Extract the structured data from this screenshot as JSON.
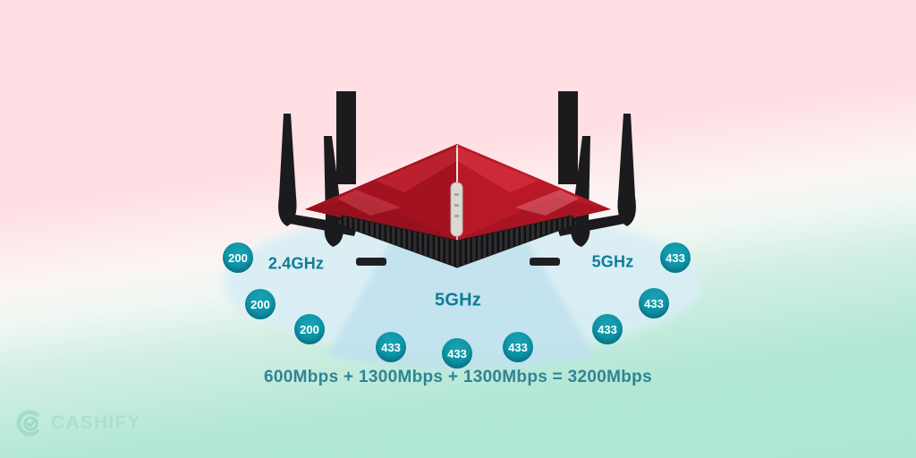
{
  "brand": {
    "name": "CASHIFY"
  },
  "diagram": {
    "formula": "600Mbps + 1300Mbps + 1300Mbps = 3200Mbps",
    "bands": [
      {
        "position": "left",
        "label": "2.4GHz",
        "speeds": [
          "200",
          "200",
          "200"
        ]
      },
      {
        "position": "center",
        "label": "5GHz",
        "speeds": [
          "433",
          "433",
          "433"
        ]
      },
      {
        "position": "right",
        "label": "5GHz",
        "speeds": [
          "433",
          "433",
          "433"
        ]
      }
    ]
  },
  "colors": {
    "badge_teal": "#0e93a6",
    "band_label": "#0c7d95",
    "formula_text": "#2f8494",
    "router_red": "#b91827",
    "coverage_blue": "#d9eef5",
    "background_pink": "#ffdee4",
    "background_mint": "#b2e7d5",
    "brand_teal": "#a2dbce"
  }
}
